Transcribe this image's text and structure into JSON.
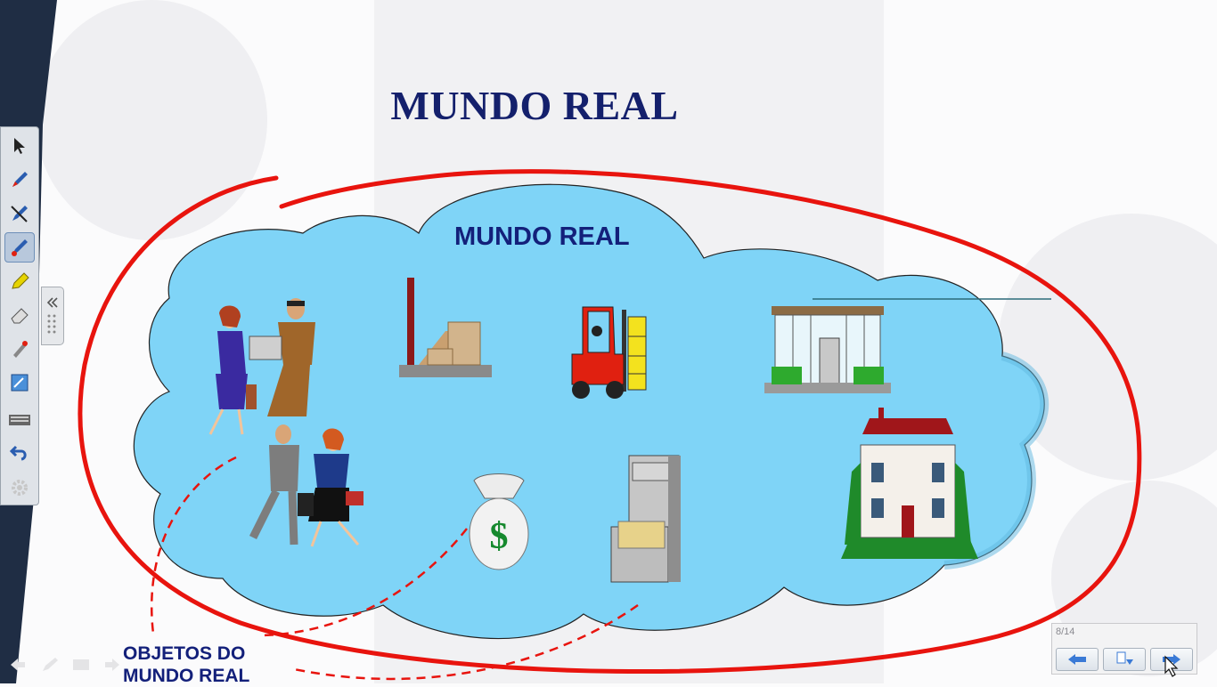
{
  "slide": {
    "title": "MUNDO REAL",
    "cloud_title": "MUNDO REAL",
    "objects_label_line1": "OBJETOS DO",
    "objects_label_line2": "MUNDO REAL"
  },
  "toolbar": {
    "tools": [
      "select-arrow-icon",
      "pen-icon",
      "pen-cross-icon",
      "pen-active-icon",
      "highlighter-icon",
      "eraser-icon",
      "laser-pointer-icon",
      "screen-icon",
      "keyboard-icon",
      "undo-icon",
      "settings-icon"
    ],
    "active_tool": "pen-active-icon"
  },
  "page_nav": {
    "page_indicator": "8/14"
  },
  "colors": {
    "title": "#14206c",
    "cloud_fill": "#7fd4f7",
    "annotation_red": "#e8140e"
  }
}
